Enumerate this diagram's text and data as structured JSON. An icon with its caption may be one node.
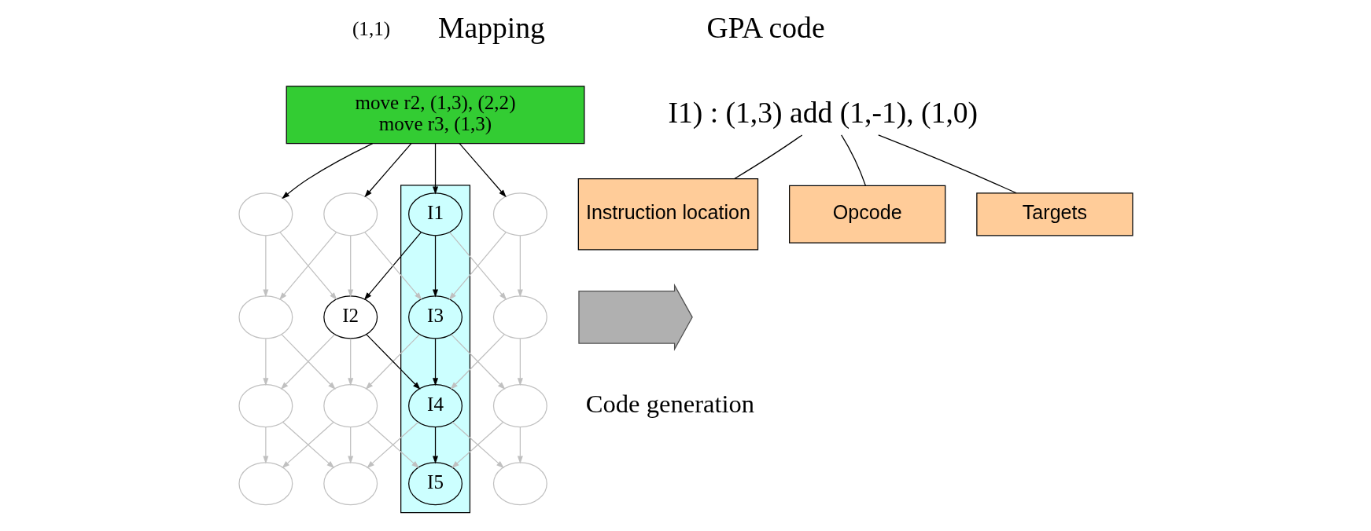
{
  "diagram": {
    "nodes": [
      {
        "text": [
          "move r2, (1,3), (2,2)",
          "move r3, (1,3)"
        ]
      },
      {
        "text": [],
        "shape": "box"
      },
      {
        "text": [],
        "shape": "ellipse"
      },
      {
        "text": [],
        "shape": "ellipse"
      },
      {
        "text": [
          "I1"
        ],
        "in": 1
      },
      {
        "text": [],
        "shape": "ellipse"
      },
      {
        "text": [],
        "shape": "ellipse"
      },
      {
        "text": [
          "I2"
        ]
      },
      {
        "text": [
          "I3"
        ],
        "in": 1
      },
      {
        "text": [],
        "shape": "ellipse"
      },
      {
        "text": [],
        "shape": "ellipse"
      },
      {
        "text": [],
        "shape": "ellipse"
      },
      {
        "text": [
          "I4"
        ],
        "in": 1
      },
      {
        "text": [],
        "shape": "ellipse"
      },
      {
        "text": [],
        "shape": "ellipse"
      },
      {
        "text": [],
        "shape": "ellipse"
      },
      {
        "text": [
          "I5"
        ],
        "in": 1
      },
      {
        "text": [],
        "shape": "ellipse"
      },
      {
        "text": [
          "I1) : (1,3) add (1,-1), (1,0)"
        ]
      },
      {
        "text": [
          "Instruction location"
        ]
      },
      {
        "text": [
          "Opcode"
        ]
      },
      {
        "text": [
          "Targets"
        ]
      },
      {
        "text": [],
        "shape": "arrow",
        "beside": [
          "Code generation"
        ]
      }
    ],
    "edges": [
      {
        "from": 0,
        "to": 2,
        "arrow": "to",
        "color": "#000000"
      },
      {
        "from": 0,
        "to": 3,
        "arrow": "to",
        "color": "#000000"
      },
      {
        "from": 0,
        "to": 4,
        "arrow": "to",
        "color": "#000000"
      },
      {
        "from": 0,
        "to": 5,
        "arrow": "to",
        "color": "#000000"
      },
      {
        "from": 2,
        "to": 6,
        "arrow": "to"
      },
      {
        "from": 2,
        "to": 7,
        "arrow": "to"
      },
      {
        "from": 3,
        "to": 6,
        "arrow": "to"
      },
      {
        "from": 3,
        "to": 7,
        "arrow": "to"
      },
      {
        "from": 3,
        "to": 8,
        "arrow": "to"
      },
      {
        "from": 4,
        "to": 7,
        "arrow": "to",
        "color": "#000000"
      },
      {
        "from": 4,
        "to": 8,
        "arrow": "to",
        "color": "#000000"
      },
      {
        "from": 4,
        "to": 9,
        "arrow": "to"
      },
      {
        "from": 5,
        "to": 8,
        "arrow": "to"
      },
      {
        "from": 5,
        "to": 9,
        "arrow": "to"
      },
      {
        "from": 6,
        "to": 10,
        "arrow": "to"
      },
      {
        "from": 6,
        "to": 11,
        "arrow": "to"
      },
      {
        "from": 7,
        "to": 10,
        "arrow": "to"
      },
      {
        "from": 7,
        "to": 11,
        "arrow": "to"
      },
      {
        "from": 7,
        "to": 12,
        "arrow": "to",
        "color": "#000000"
      },
      {
        "from": 8,
        "to": 11,
        "arrow": "to"
      },
      {
        "from": 8,
        "to": 12,
        "arrow": "to",
        "color": "#000000"
      },
      {
        "from": 8,
        "to": 13,
        "arrow": "to"
      },
      {
        "from": 9,
        "to": 12,
        "arrow": "to"
      },
      {
        "from": 9,
        "to": 13,
        "arrow": "to"
      },
      {
        "from": 10,
        "to": 14,
        "arrow": "to"
      },
      {
        "from": 10,
        "to": 15,
        "arrow": "to"
      },
      {
        "from": 11,
        "to": 14,
        "arrow": "to"
      },
      {
        "from": 11,
        "to": 15,
        "arrow": "to"
      },
      {
        "from": 11,
        "to": 16,
        "arrow": "to"
      },
      {
        "from": 12,
        "to": 15,
        "arrow": "to"
      },
      {
        "from": 12,
        "to": 16,
        "arrow": "to",
        "color": "#000000"
      },
      {
        "from": 12,
        "to": 17,
        "arrow": "to"
      },
      {
        "from": 13,
        "to": 16,
        "arrow": "to"
      },
      {
        "from": 13,
        "to": 17,
        "arrow": "to"
      },
      {
        "from": 19,
        "to": 18,
        "arrow": "none",
        "color": "#000000"
      },
      {
        "from": 20,
        "to": 18,
        "arrow": "none",
        "color": "#000000"
      },
      {
        "from": 21,
        "to": 18,
        "arrow": "none",
        "color": "#000000"
      }
    ],
    "labels": [
      "Mapping",
      "(1,1)",
      "GPA code"
    ]
  }
}
